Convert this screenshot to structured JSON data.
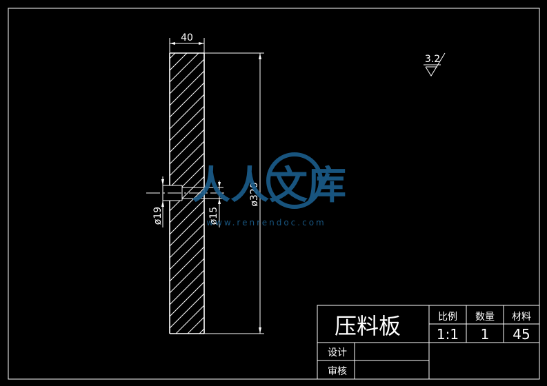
{
  "drawing": {
    "dimensions": {
      "width_label": "40",
      "outer_dia_label": "ø320",
      "bore_dia_label": "ø19",
      "inner_dia_label": "ø15"
    },
    "surface_roughness": "3.2"
  },
  "title_block": {
    "part_name": "压料板",
    "headers": {
      "scale": "比例",
      "quantity": "数量",
      "material": "材料"
    },
    "values": {
      "scale": "1:1",
      "quantity": "1",
      "material": "45"
    },
    "rows": {
      "design": "设计",
      "review": "审核"
    }
  },
  "watermark": {
    "brand": "人人文库",
    "url": "www.renrendoc.com",
    "color": "#1b5e8c"
  }
}
